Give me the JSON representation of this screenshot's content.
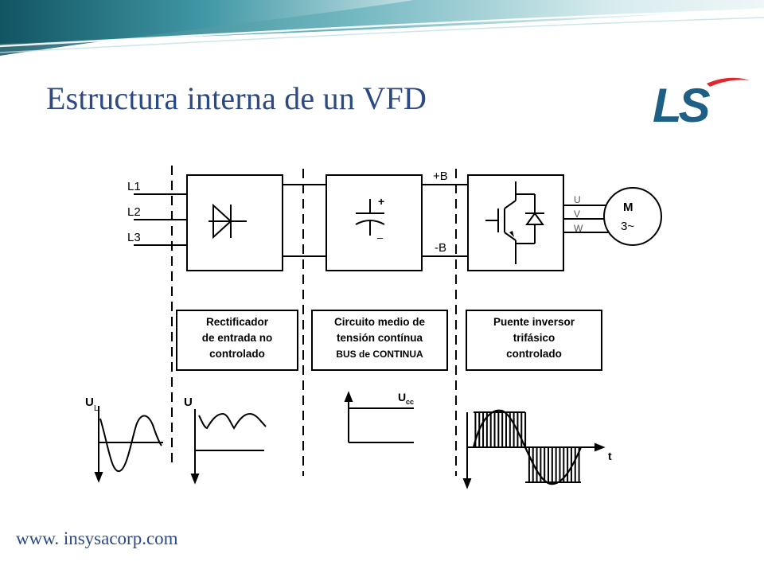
{
  "slide": {
    "title": "Estructura interna de un VFD",
    "footer": "www. insysacorp.com",
    "logo_text": "LS"
  },
  "colors": {
    "title": "#2b4a83",
    "logo_blue": "#1e5f86",
    "logo_red": "#e2262b",
    "banner_teal": "#2d8a98",
    "line": "#000000"
  },
  "diagram": {
    "inputs": [
      "L1",
      "L2",
      "L3"
    ],
    "bus_labels": {
      "positive": "+B",
      "negative": "-B"
    },
    "capacitor": {
      "plus": "+",
      "minus": "–"
    },
    "outputs": [
      "U",
      "V",
      "W"
    ],
    "motor": {
      "line1": "M",
      "line2": "3~"
    },
    "blocks": [
      {
        "lines": [
          "Rectificador",
          "de entrada no",
          "controlado"
        ]
      },
      {
        "lines": [
          "Circuito medio de",
          "tensión contínua",
          "BUS de CONTINUA"
        ]
      },
      {
        "lines": [
          "Puente inversor",
          "trifásico",
          "controlado"
        ]
      }
    ],
    "waveform_labels": {
      "input": "U",
      "input_sub": "L",
      "rectified": "U",
      "dc": "U",
      "dc_sub": "cc",
      "time": "t"
    }
  }
}
